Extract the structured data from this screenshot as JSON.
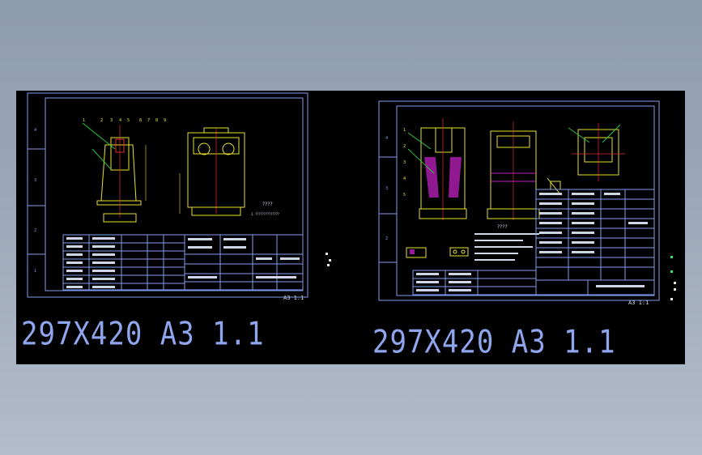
{
  "drawings": [
    {
      "caption": "297X420 A3 1.1",
      "scale_note": "A3 1.1",
      "note_title": "????",
      "note_text": "1. ??????????????"
    },
    {
      "caption": "297X420 A3 1.1",
      "scale_note": "A3 1:1",
      "note_title": "????"
    }
  ],
  "colors": {
    "background_top": "#8e9cb0",
    "viewport": "#000000",
    "frame": "#7f9bf0",
    "yellow": "#e8e030",
    "red": "#e03030",
    "magenta": "#c020c0",
    "green": "#30c040",
    "text": "#8fa6ee"
  }
}
